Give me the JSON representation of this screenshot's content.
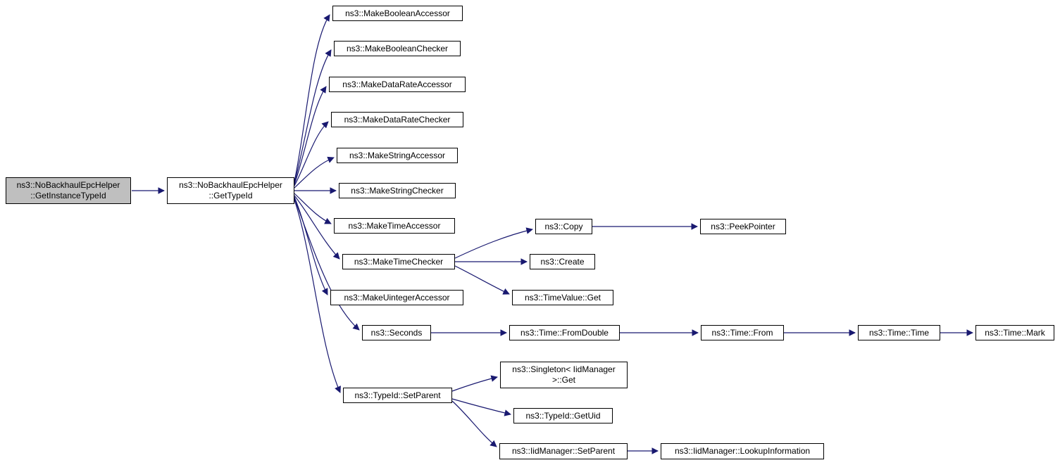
{
  "diagram": {
    "type": "call-graph",
    "colors": {
      "background": "#ffffff",
      "edge": "#191970",
      "node_border": "#000000",
      "node_fill": "#ffffff",
      "highlight_fill": "#bfbfbf"
    },
    "nodes": [
      {
        "id": "get-instance-type-id",
        "label": "ns3::NoBackhaulEpcHelper\n::GetInstanceTypeId",
        "highlighted": true
      },
      {
        "id": "get-type-id",
        "label": "ns3::NoBackhaulEpcHelper\n::GetTypeId",
        "highlighted": false
      },
      {
        "id": "make-boolean-accessor",
        "label": "ns3::MakeBooleanAccessor",
        "highlighted": false
      },
      {
        "id": "make-boolean-checker",
        "label": "ns3::MakeBooleanChecker",
        "highlighted": false
      },
      {
        "id": "make-data-rate-accessor",
        "label": "ns3::MakeDataRateAccessor",
        "highlighted": false
      },
      {
        "id": "make-data-rate-checker",
        "label": "ns3::MakeDataRateChecker",
        "highlighted": false
      },
      {
        "id": "make-string-accessor",
        "label": "ns3::MakeStringAccessor",
        "highlighted": false
      },
      {
        "id": "make-string-checker",
        "label": "ns3::MakeStringChecker",
        "highlighted": false
      },
      {
        "id": "make-time-accessor",
        "label": "ns3::MakeTimeAccessor",
        "highlighted": false
      },
      {
        "id": "make-time-checker",
        "label": "ns3::MakeTimeChecker",
        "highlighted": false
      },
      {
        "id": "make-uinteger-accessor",
        "label": "ns3::MakeUintegerAccessor",
        "highlighted": false
      },
      {
        "id": "seconds",
        "label": "ns3::Seconds",
        "highlighted": false
      },
      {
        "id": "typeid-set-parent",
        "label": "ns3::TypeId::SetParent",
        "highlighted": false
      },
      {
        "id": "copy",
        "label": "ns3::Copy",
        "highlighted": false
      },
      {
        "id": "create",
        "label": "ns3::Create",
        "highlighted": false
      },
      {
        "id": "timevalue-get",
        "label": "ns3::TimeValue::Get",
        "highlighted": false
      },
      {
        "id": "peek-pointer",
        "label": "ns3::PeekPointer",
        "highlighted": false
      },
      {
        "id": "time-from-double",
        "label": "ns3::Time::FromDouble",
        "highlighted": false
      },
      {
        "id": "time-from",
        "label": "ns3::Time::From",
        "highlighted": false
      },
      {
        "id": "time-time",
        "label": "ns3::Time::Time",
        "highlighted": false
      },
      {
        "id": "time-mark",
        "label": "ns3::Time::Mark",
        "highlighted": false
      },
      {
        "id": "singleton-iidmanager-get",
        "label": "ns3::Singleton< IidManager\n>::Get",
        "highlighted": false
      },
      {
        "id": "typeid-get-uid",
        "label": "ns3::TypeId::GetUid",
        "highlighted": false
      },
      {
        "id": "iidmanager-set-parent",
        "label": "ns3::IidManager::SetParent",
        "highlighted": false
      },
      {
        "id": "iidmanager-lookup-information",
        "label": "ns3::IidManager::LookupInformation",
        "highlighted": false
      }
    ],
    "edges": [
      {
        "from": "get-instance-type-id",
        "to": "get-type-id"
      },
      {
        "from": "get-type-id",
        "to": "make-boolean-accessor"
      },
      {
        "from": "get-type-id",
        "to": "make-boolean-checker"
      },
      {
        "from": "get-type-id",
        "to": "make-data-rate-accessor"
      },
      {
        "from": "get-type-id",
        "to": "make-data-rate-checker"
      },
      {
        "from": "get-type-id",
        "to": "make-string-accessor"
      },
      {
        "from": "get-type-id",
        "to": "make-string-checker"
      },
      {
        "from": "get-type-id",
        "to": "make-time-accessor"
      },
      {
        "from": "get-type-id",
        "to": "make-time-checker"
      },
      {
        "from": "get-type-id",
        "to": "make-uinteger-accessor"
      },
      {
        "from": "get-type-id",
        "to": "seconds"
      },
      {
        "from": "get-type-id",
        "to": "typeid-set-parent"
      },
      {
        "from": "make-time-checker",
        "to": "copy"
      },
      {
        "from": "make-time-checker",
        "to": "create"
      },
      {
        "from": "make-time-checker",
        "to": "timevalue-get"
      },
      {
        "from": "copy",
        "to": "peek-pointer"
      },
      {
        "from": "seconds",
        "to": "time-from-double"
      },
      {
        "from": "time-from-double",
        "to": "time-from"
      },
      {
        "from": "time-from",
        "to": "time-time"
      },
      {
        "from": "time-time",
        "to": "time-mark"
      },
      {
        "from": "typeid-set-parent",
        "to": "singleton-iidmanager-get"
      },
      {
        "from": "typeid-set-parent",
        "to": "typeid-get-uid"
      },
      {
        "from": "typeid-set-parent",
        "to": "iidmanager-set-parent"
      },
      {
        "from": "iidmanager-set-parent",
        "to": "iidmanager-lookup-information"
      }
    ]
  }
}
